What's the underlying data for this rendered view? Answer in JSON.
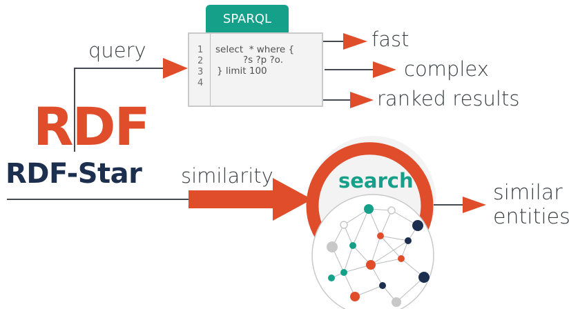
{
  "colors": {
    "accent_orange": "#e04d2a",
    "navy": "#1c2f4f",
    "teal": "#15a08a",
    "line_gray": "#444a4f",
    "node_gray": "#c8c8c8"
  },
  "rdf": {
    "title": "RDF",
    "subtitle": "RDF-Star"
  },
  "sparql": {
    "tab_label": "SPARQL",
    "line_numbers": [
      "1",
      "2",
      "3",
      "4"
    ],
    "code_lines": [
      "select  * where {",
      "?s ?p ?o.",
      "} limit 100"
    ]
  },
  "labels": {
    "query": "query",
    "similarity": "similarity",
    "search": "search"
  },
  "outputs": {
    "fast": "fast",
    "complex": "complex",
    "ranked": "ranked results",
    "similar_line1": "similar",
    "similar_line2": "entities"
  },
  "icons": {
    "network": "graph-network-icon",
    "ring": "search-ring-icon"
  }
}
